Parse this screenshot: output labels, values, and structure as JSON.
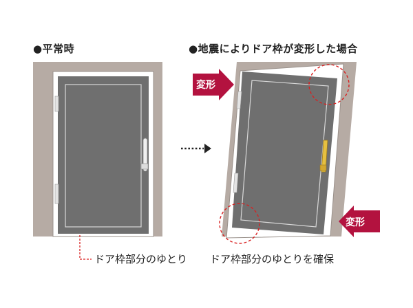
{
  "headings": {
    "normal": "●平常時",
    "earthquake": "●地震によりドア枠が変形した場合"
  },
  "badges": {
    "top": "変形",
    "bottom": "変形"
  },
  "captions": {
    "left": "ドア枠部分のゆとり",
    "right": "ドア枠部分のゆとりを確保"
  },
  "colors": {
    "wall": "#b6aba4",
    "door": "#6f6f6f",
    "frame": "#ffffff",
    "badge": "#b3123f",
    "dashed_circle": "#d92020",
    "arrow": "#222222",
    "handle_gold": "#c8a030"
  }
}
